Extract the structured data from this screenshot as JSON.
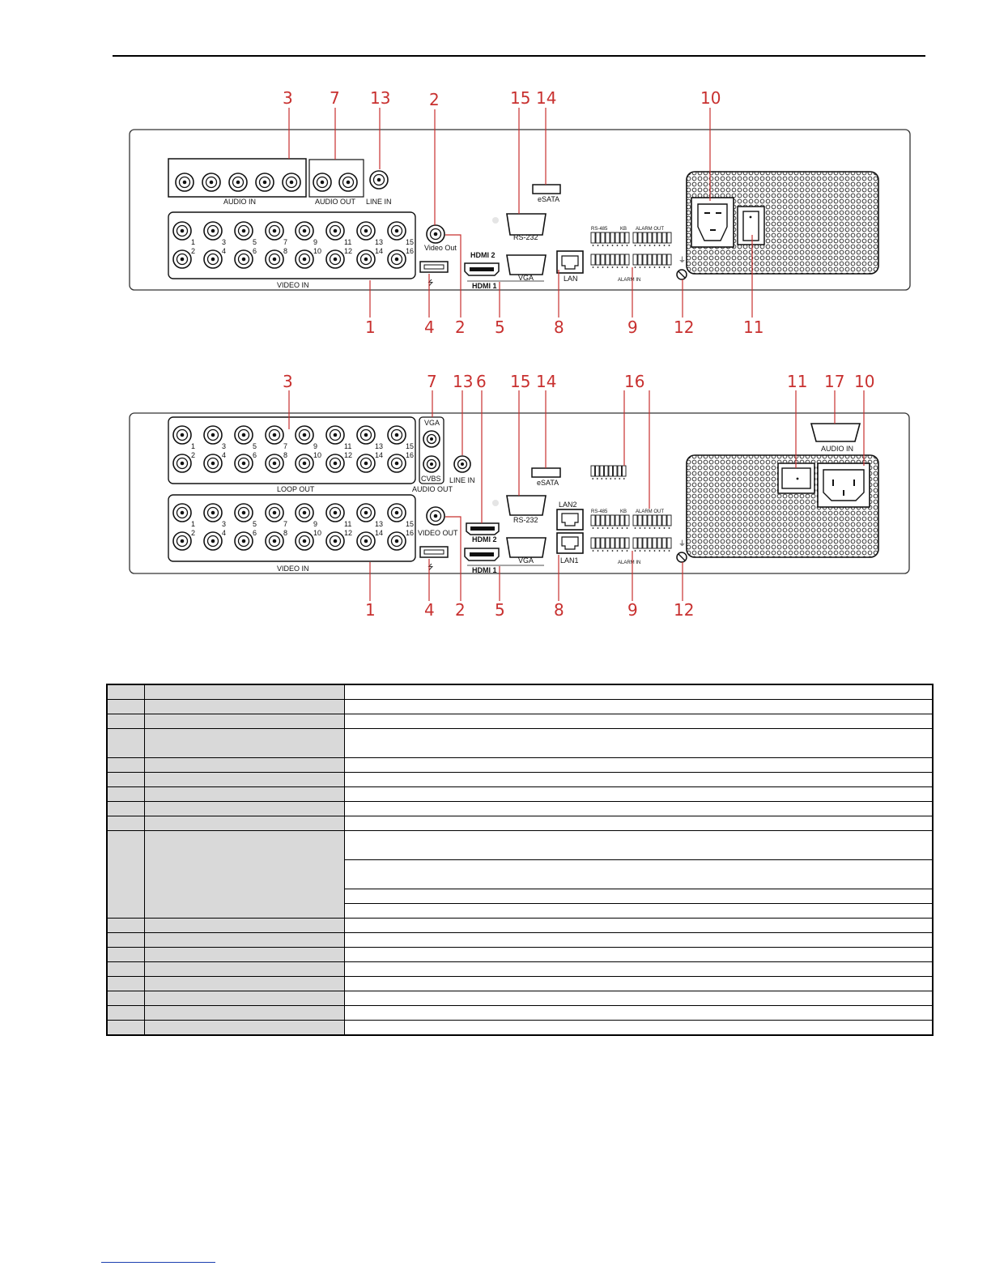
{
  "panel_top": {
    "callouts_above": [
      "3",
      "7",
      "13",
      "2",
      "15",
      "14",
      "10"
    ],
    "callouts_below": [
      "1",
      "4",
      "2",
      "5",
      "8",
      "9",
      "12",
      "11"
    ],
    "labels": {
      "audio_in": "AUDIO IN",
      "audio_out": "AUDIO OUT",
      "line_in": "LINE IN",
      "video_out": "Video Out",
      "esata": "eSATA",
      "rs232": "RS-232",
      "hdmi2": "HDMI 2",
      "hdmi1": "HDMI 1",
      "vga": "VGA",
      "lan": "LAN",
      "rs485": "RS-485",
      "kb": "KB",
      "alarm_out": "ALARM OUT",
      "alarm_in": "ALARM IN",
      "video_in": "VIDEO IN"
    },
    "video_in_numbers_top": [
      "1",
      "3",
      "5",
      "7",
      "9",
      "11",
      "13",
      "15"
    ],
    "video_in_numbers_bottom": [
      "2",
      "4",
      "6",
      "8",
      "10",
      "12",
      "14",
      "16"
    ]
  },
  "panel_bottom": {
    "callouts_above": [
      "3",
      "7",
      "13",
      "6",
      "15",
      "14",
      "16",
      "11",
      "17",
      "10"
    ],
    "callouts_below": [
      "1",
      "4",
      "2",
      "5",
      "8",
      "9",
      "12"
    ],
    "labels": {
      "vga": "VGA",
      "cvbs": "CVBS",
      "audio_out": "AUDIO OUT",
      "line_in": "LINE IN",
      "loop_out": "LOOP OUT",
      "esata": "eSATA",
      "rs232": "RS-232",
      "lan2": "LAN2",
      "lan1": "LAN1",
      "hdmi2": "HDMI 2",
      "hdmi1": "HDMI 1",
      "vga2": "VGA",
      "video_out": "VIDEO OUT",
      "video_in": "VIDEO IN",
      "rs485": "RS-485",
      "kb": "KB",
      "alarm_out": "ALARM OUT",
      "alarm_in": "ALARM IN",
      "audio_in": "AUDIO IN"
    },
    "numbers_top": [
      "1",
      "3",
      "5",
      "7",
      "9",
      "11",
      "13",
      "15"
    ],
    "numbers_bottom": [
      "2",
      "4",
      "6",
      "8",
      "10",
      "12",
      "14",
      "16"
    ]
  },
  "colors": {
    "callout_red": "#c8302f",
    "table_shade": "#d9d9d9",
    "link_blue": "#1a3fb0"
  }
}
